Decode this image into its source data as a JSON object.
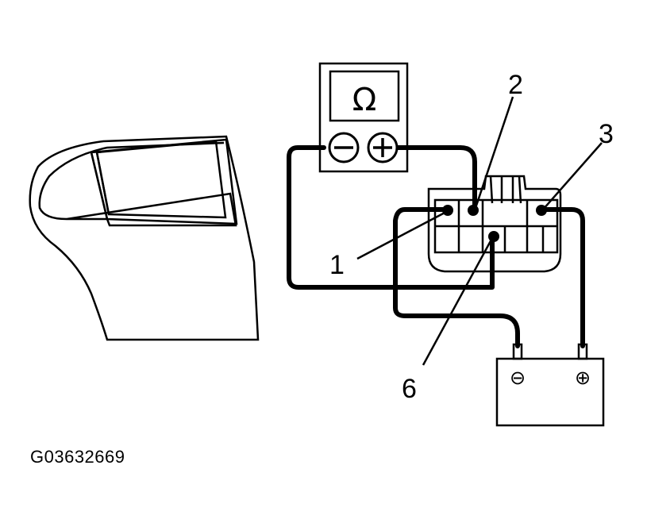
{
  "figure_code": "G03632669",
  "meter": {
    "symbol": "Ω",
    "negative_symbol": "⊖",
    "positive_symbol": "⊕"
  },
  "battery": {
    "negative_symbol": "⊖",
    "positive_symbol": "⊕"
  },
  "callouts": [
    "1",
    "2",
    "3",
    "6"
  ]
}
